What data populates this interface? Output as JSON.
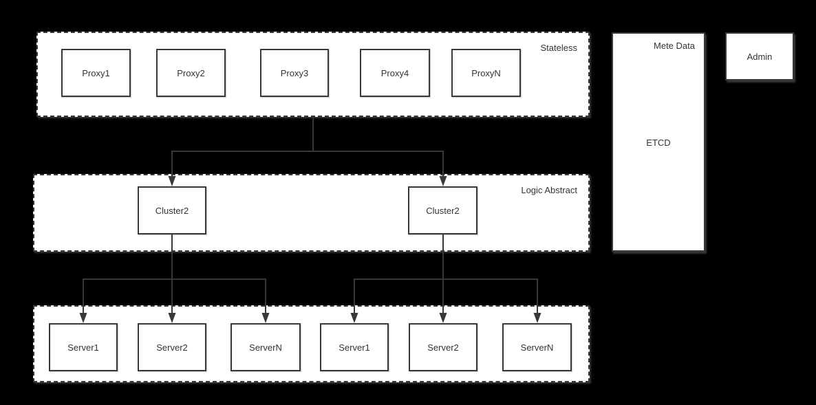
{
  "colors": {
    "background": "#000000",
    "panel_fill": "#ffffff",
    "line": "#383838",
    "text": "#333333"
  },
  "stateless_tier": {
    "label": "Stateless",
    "nodes": [
      "Proxy1",
      "Proxy2",
      "Proxy3",
      "Proxy4",
      "ProxyN"
    ]
  },
  "logic_tier": {
    "label": "Logic Abstract",
    "nodes": [
      "Cluster2",
      "Cluster2"
    ]
  },
  "server_tier": {
    "nodes": [
      "Server1",
      "Server2",
      "ServerN",
      "Server1",
      "Server2",
      "ServerN"
    ]
  },
  "meta_panel": {
    "title": "Mete Data",
    "body": "ETCD"
  },
  "admin_panel": {
    "label": "Admin"
  }
}
